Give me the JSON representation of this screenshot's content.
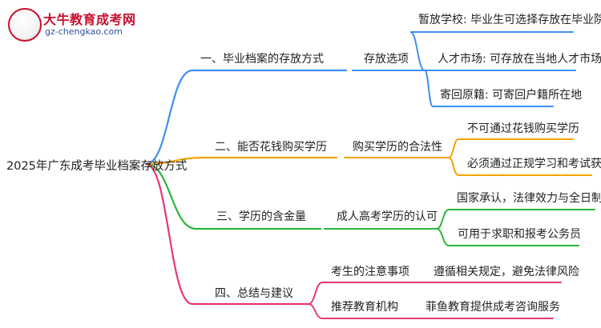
{
  "logo": {
    "name": "大牛教育成考网",
    "url": "gz-chengkao.com"
  },
  "root": "2025年广东成考毕业档案存放方式",
  "branches": [
    {
      "label": "一、毕业档案的存放方式",
      "color": "#3f8ff0",
      "sub": "存放选项",
      "leaves": [
        "暂放学校: 毕业生可选择存放在毕业院校",
        "人才市场: 可存放在当地人才市场",
        "寄回原籍: 可寄回户籍所在地"
      ]
    },
    {
      "label": "二、能否花钱购买学历",
      "color": "#f5a300",
      "sub": "购买学历的合法性",
      "leaves": [
        "不可通过花钱购买学历",
        "必须通过正规学习和考试获得"
      ]
    },
    {
      "label": "三、学历的含金量",
      "color": "#2ab53c",
      "sub": "成人高考学历的认可",
      "leaves": [
        "国家承认，法律效力与全日制相同",
        "可用于求职和报考公务员"
      ]
    },
    {
      "label": "四、总结与建议",
      "color": "#e6367a",
      "subs": [
        {
          "label": "考生的注意事项",
          "leaf": "遵循相关规定，避免法律风险"
        },
        {
          "label": "推荐教育机构",
          "leaf": "菲鱼教育提供成考咨询服务"
        }
      ]
    }
  ]
}
